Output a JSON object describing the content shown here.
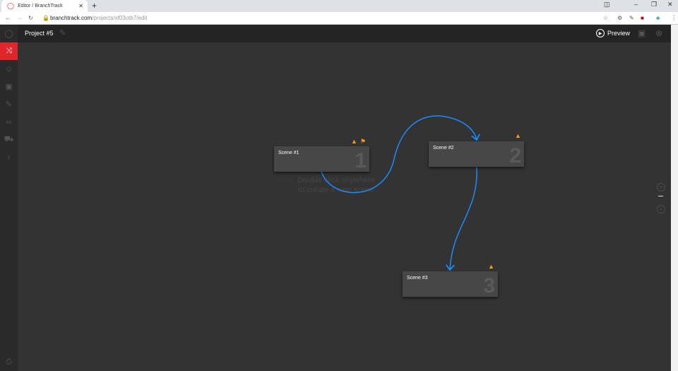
{
  "browser": {
    "tab_title": "Editor / BranchTrack",
    "url_domain": "branchtrack.com",
    "url_path": "/projects/xf03otb7/edit"
  },
  "header": {
    "project_title": "Project #5",
    "preview_label": "Preview"
  },
  "canvas": {
    "hint": "Double click anywhere to create a new scene"
  },
  "scenes": [
    {
      "name": "Scene #1",
      "number": "1"
    },
    {
      "name": "Scene #2",
      "number": "2"
    },
    {
      "name": "Scene #3",
      "number": "3"
    }
  ],
  "colors": {
    "accent": "#e0252b",
    "link": "#1a8cff",
    "warning": "#f39a1b"
  }
}
